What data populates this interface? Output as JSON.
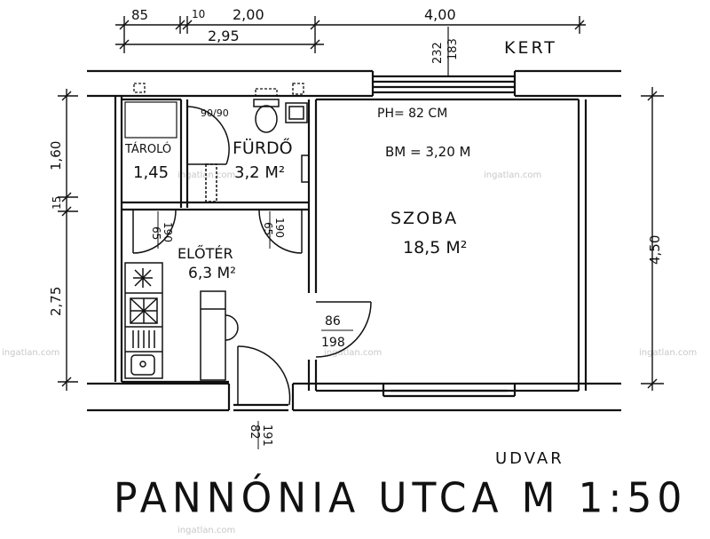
{
  "dimensions": {
    "top_85": "85",
    "top_10": "10",
    "top_200": "2,00",
    "top_400": "4,00",
    "top_295": "2,95",
    "top_232": "232",
    "top_183": "183",
    "left_160": "1,60",
    "left_15": "15",
    "left_275": "2,75",
    "right_450": "4,50"
  },
  "labels": {
    "kert": "KERT",
    "udvar": "UDVAR",
    "ph": "PH= 82 CM",
    "bm": "BM = 3,20 M"
  },
  "rooms": {
    "tarolo_name": "TÁROLÓ",
    "tarolo_area": "1,45",
    "furdo_name": "FÜRDŐ",
    "furdo_area": "3,2 M²",
    "eloter_name": "ELŐTÉR",
    "eloter_area": "6,3 M²",
    "szoba_name": "SZOBA",
    "szoba_area": "18,5 M²"
  },
  "doors": {
    "bath_door": "90/90",
    "tar_w": "65",
    "tar_h": "190",
    "bath_w": "65",
    "bath_h": "190",
    "room_w": "86",
    "room_h": "198",
    "entry_w": "82",
    "entry_h": "191"
  },
  "watermark": "ingatlan.com",
  "title": "PANNÓNIA UTCA M 1:50"
}
